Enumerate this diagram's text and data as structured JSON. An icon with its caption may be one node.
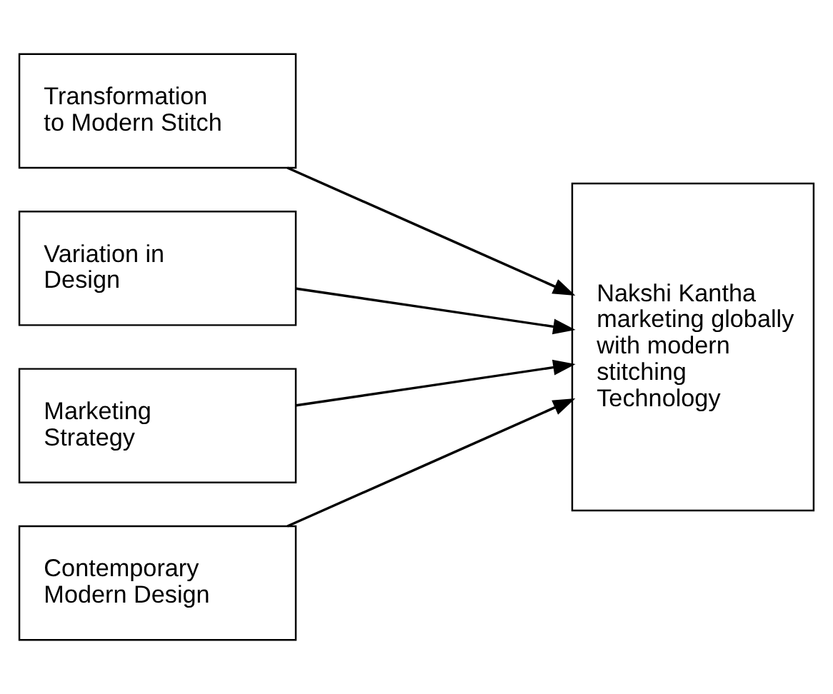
{
  "diagram": {
    "nodes": [
      {
        "text": [
          "Transformation to Modern Stitch"
        ]
      },
      {
        "text": [
          "Variation in Design"
        ]
      },
      {
        "text": [
          "Marketing Strategy"
        ]
      },
      {
        "text": [
          "Contemporary Modern Design"
        ]
      },
      {
        "text": [
          "Nakshi Kantha marketing globally with modern stitching Technology"
        ]
      }
    ],
    "edges": [
      {
        "from": 0,
        "to": 4,
        "arrow": "to"
      },
      {
        "from": 1,
        "to": 4,
        "arrow": "to"
      },
      {
        "from": 2,
        "to": 4,
        "arrow": "to"
      },
      {
        "from": 3,
        "to": 4,
        "arrow": "to"
      }
    ]
  }
}
